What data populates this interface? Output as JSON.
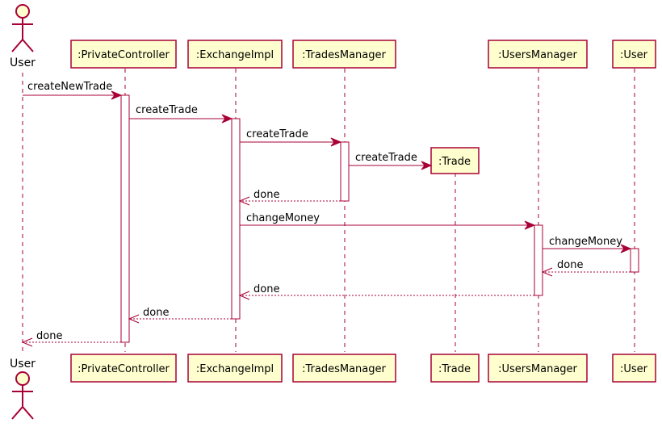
{
  "participants": [
    {
      "id": "user",
      "label": "User",
      "kind": "actor"
    },
    {
      "id": "pc",
      "label": ":PrivateController",
      "kind": "box"
    },
    {
      "id": "ex",
      "label": ":ExchangeImpl",
      "kind": "box"
    },
    {
      "id": "tm",
      "label": ":TradesManager",
      "kind": "box"
    },
    {
      "id": "tr",
      "label": ":Trade",
      "kind": "box",
      "created": true
    },
    {
      "id": "um",
      "label": ":UsersManager",
      "kind": "box"
    },
    {
      "id": "us",
      "label": ":User",
      "kind": "box"
    }
  ],
  "messages": [
    {
      "from": "user",
      "to": "pc",
      "label": "createNewTrade",
      "type": "sync"
    },
    {
      "from": "pc",
      "to": "ex",
      "label": "createTrade",
      "type": "sync"
    },
    {
      "from": "ex",
      "to": "tm",
      "label": "createTrade",
      "type": "sync"
    },
    {
      "from": "tm",
      "to": "tr",
      "label": "createTrade",
      "type": "create"
    },
    {
      "from": "tm",
      "to": "ex",
      "label": "done",
      "type": "return"
    },
    {
      "from": "ex",
      "to": "um",
      "label": "changeMoney",
      "type": "sync"
    },
    {
      "from": "um",
      "to": "us",
      "label": "changeMoney",
      "type": "sync"
    },
    {
      "from": "us",
      "to": "um",
      "label": "done",
      "type": "return"
    },
    {
      "from": "um",
      "to": "ex",
      "label": "done",
      "type": "return"
    },
    {
      "from": "ex",
      "to": "pc",
      "label": "done",
      "type": "return"
    },
    {
      "from": "pc",
      "to": "user",
      "label": "done",
      "type": "return"
    }
  ],
  "colors": {
    "border": "#A80036",
    "box_fill": "#FEFECE",
    "activation_fill": "#FFFFFF"
  }
}
